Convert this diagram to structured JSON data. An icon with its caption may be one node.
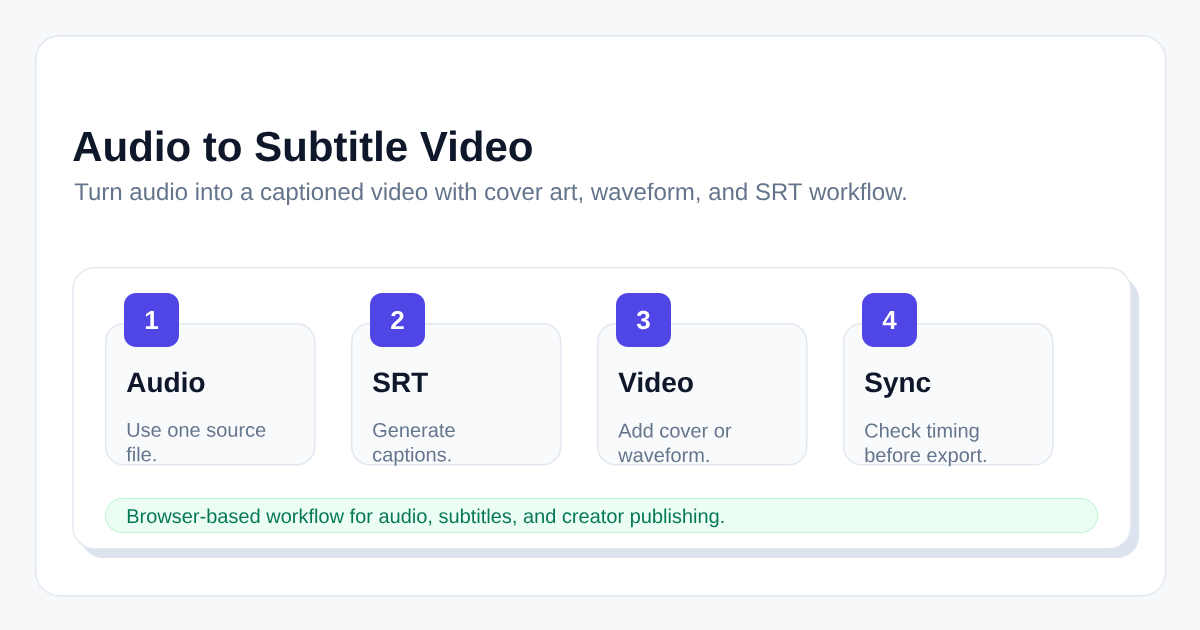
{
  "diagram": {
    "nodes": [
      {
        "text": [
          "Audio to Subtitle Video",
          "Turn audio into a captioned video with cover art, waveform, and SRT workflow."
        ]
      },
      {
        "text": [],
        "shape": "box",
        "in": 0
      },
      {
        "text": [
          "1"
        ],
        "in": 1
      },
      {
        "text": [
          "Audio",
          "Use one source file."
        ],
        "in": 1
      },
      {
        "text": [
          "2"
        ],
        "in": 1
      },
      {
        "text": [
          "SRT",
          "Generate captions."
        ],
        "in": 1
      },
      {
        "text": [
          "3"
        ],
        "in": 1
      },
      {
        "text": [
          "Video",
          "Add cover or waveform."
        ],
        "in": 1
      },
      {
        "text": [
          "4"
        ],
        "in": 1
      },
      {
        "text": [
          "Sync",
          "Check timing before export."
        ],
        "in": 1
      },
      {
        "text": [
          "Browser-based workflow for audio, subtitles, and creator publishing."
        ],
        "in": 1
      }
    ]
  }
}
